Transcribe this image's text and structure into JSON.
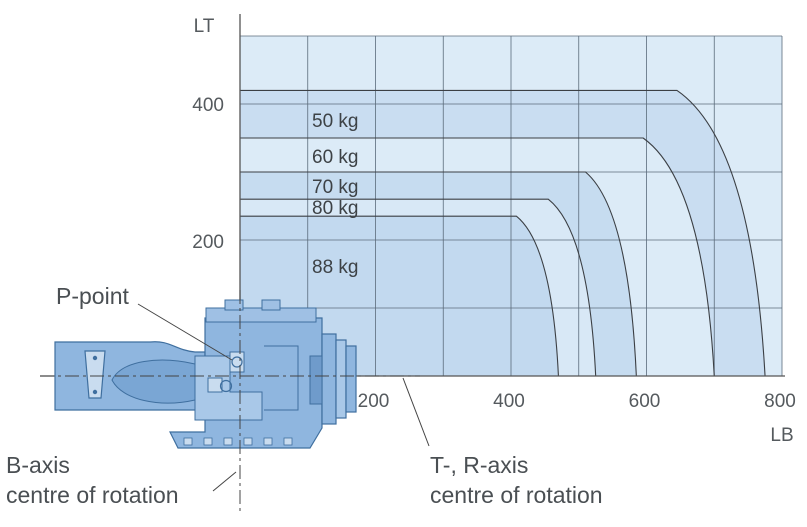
{
  "chart_data": {
    "type": "area",
    "x_axis": {
      "label": "LB",
      "range": [
        0,
        800
      ],
      "ticks": [
        200,
        400,
        600,
        800
      ]
    },
    "y_axis": {
      "label": "LT",
      "range": [
        0,
        400
      ],
      "ticks": [
        200,
        400
      ]
    },
    "grid": true,
    "series": [
      {
        "name": "50 kg",
        "lt_max": 420,
        "lb_at_top": 645,
        "lb_at_axis": 775
      },
      {
        "name": "60 kg",
        "lt_max": 350,
        "lb_at_top": 595,
        "lb_at_axis": 700
      },
      {
        "name": "70 kg",
        "lt_max": 300,
        "lb_at_top": 510,
        "lb_at_axis": 585
      },
      {
        "name": "80 kg",
        "lt_max": 260,
        "lb_at_top": 455,
        "lb_at_axis": 525
      },
      {
        "name": "88 kg",
        "lt_max": 235,
        "lb_at_top": 408,
        "lb_at_axis": 470
      }
    ]
  },
  "annotations": {
    "p_point": "P-point",
    "b_axis_line1": "B-axis",
    "b_axis_line2": "centre of rotation",
    "tr_axis_line1": "T-, R-axis",
    "tr_axis_line2": "centre of rotation"
  },
  "colors": {
    "grid_bg": "#dcebf7",
    "band": "#c6dcf0",
    "body": "#8fb6df",
    "body_stroke": "#3f6f9f"
  }
}
